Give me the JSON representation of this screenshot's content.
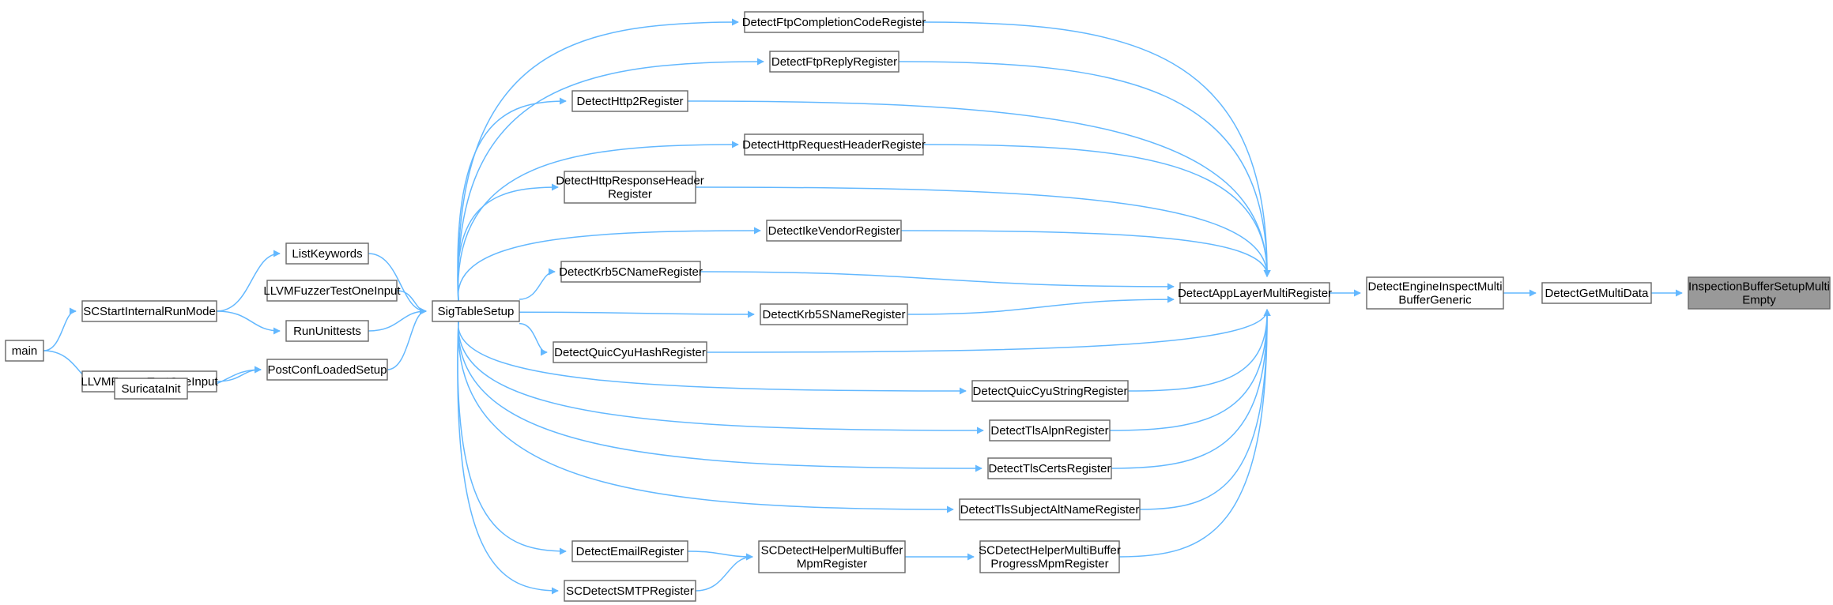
{
  "graph": {
    "colors": {
      "edge": "#63b8ff",
      "node_border": "#666666",
      "node_fill": "#ffffff",
      "focus_fill": "#999999"
    },
    "nodes": [
      {
        "id": "focus",
        "lines": [
          "InspectionBufferSetupMulti",
          "Empty"
        ],
        "focus": true
      },
      {
        "id": "getmulti",
        "lines": [
          "DetectGetMultiData"
        ]
      },
      {
        "id": "inspectmulti",
        "lines": [
          "DetectEngineInspectMulti",
          "BufferGeneric"
        ]
      },
      {
        "id": "applayer",
        "lines": [
          "DetectAppLayerMultiRegister"
        ]
      },
      {
        "id": "ftpcode",
        "lines": [
          "DetectFtpCompletionCodeRegister"
        ]
      },
      {
        "id": "ftpreply",
        "lines": [
          "DetectFtpReplyRegister"
        ]
      },
      {
        "id": "http2",
        "lines": [
          "DetectHttp2Register"
        ]
      },
      {
        "id": "httpreq",
        "lines": [
          "DetectHttpRequestHeaderRegister"
        ]
      },
      {
        "id": "httpresp",
        "lines": [
          "DetectHttpResponseHeader",
          "Register"
        ]
      },
      {
        "id": "ike",
        "lines": [
          "DetectIkeVendorRegister"
        ]
      },
      {
        "id": "krbc",
        "lines": [
          "DetectKrb5CNameRegister"
        ]
      },
      {
        "id": "krbs",
        "lines": [
          "DetectKrb5SNameRegister"
        ]
      },
      {
        "id": "quichash",
        "lines": [
          "DetectQuicCyuHashRegister"
        ]
      },
      {
        "id": "quicstr",
        "lines": [
          "DetectQuicCyuStringRegister"
        ]
      },
      {
        "id": "alpn",
        "lines": [
          "DetectTlsAlpnRegister"
        ]
      },
      {
        "id": "certs",
        "lines": [
          "DetectTlsCertsRegister"
        ]
      },
      {
        "id": "subjalt",
        "lines": [
          "DetectTlsSubjectAltNameRegister"
        ]
      },
      {
        "id": "progmpm",
        "lines": [
          "SCDetectHelperMultiBuffer",
          "ProgressMpmRegister"
        ]
      },
      {
        "id": "mpm",
        "lines": [
          "SCDetectHelperMultiBuffer",
          "MpmRegister"
        ]
      },
      {
        "id": "email",
        "lines": [
          "DetectEmailRegister"
        ]
      },
      {
        "id": "smtp",
        "lines": [
          "SCDetectSMTPRegister"
        ]
      },
      {
        "id": "sigtable",
        "lines": [
          "SigTableSetup"
        ]
      },
      {
        "id": "listkw",
        "lines": [
          "ListKeywords"
        ]
      },
      {
        "id": "llvm1",
        "lines": [
          "LLVMFuzzerTestOneInput"
        ]
      },
      {
        "id": "unittests",
        "lines": [
          "RunUnittests"
        ]
      },
      {
        "id": "postconf",
        "lines": [
          "PostConfLoadedSetup"
        ]
      },
      {
        "id": "llvm2",
        "lines": [
          "LLVMFuzzerTestOneInput"
        ]
      },
      {
        "id": "scstart",
        "lines": [
          "SCStartInternalRunMode"
        ]
      },
      {
        "id": "suricata",
        "lines": [
          "SuricataInit"
        ]
      },
      {
        "id": "main",
        "lines": [
          "main"
        ]
      }
    ]
  }
}
